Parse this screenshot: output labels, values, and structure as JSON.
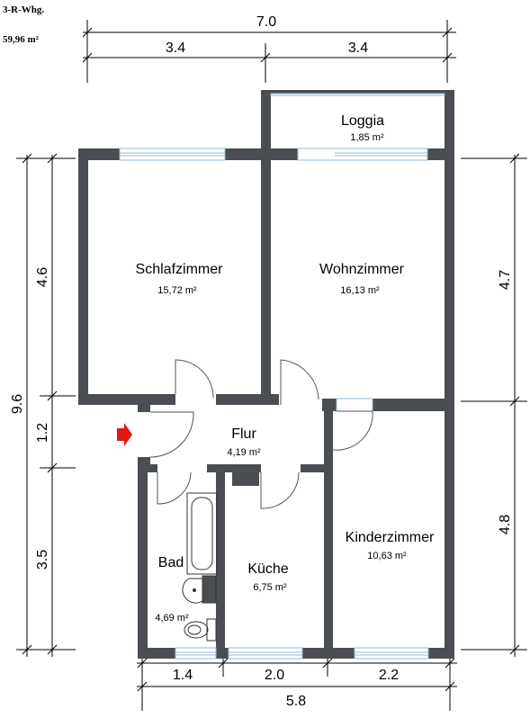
{
  "header": {
    "apartment_type": "3-R-Whg.",
    "total_area": "59,96 m²"
  },
  "rooms": {
    "loggia": {
      "name": "Loggia",
      "area": "1,85 m²"
    },
    "schlafzimmer": {
      "name": "Schlafzimmer",
      "area": "15,72 m²"
    },
    "wohnzimmer": {
      "name": "Wohnzimmer",
      "area": "16,13 m²"
    },
    "flur": {
      "name": "Flur",
      "area": "4,19 m²"
    },
    "bad": {
      "name": "Bad",
      "area": "4,69 m²"
    },
    "kueche": {
      "name": "Küche",
      "area": "6,75 m²"
    },
    "kinderzimmer": {
      "name": "Kinderzimmer",
      "area": "10,63 m²"
    }
  },
  "dimensions": {
    "top_total": "7.0",
    "top_left": "3.4",
    "top_right": "3.4",
    "left_total": "9.6",
    "left_upper": "4.6",
    "left_middle": "1.2",
    "left_lower": "3.5",
    "right_upper": "4.7",
    "right_lower": "4.8",
    "bottom_left": "1.4",
    "bottom_middle": "2.0",
    "bottom_right": "2.2",
    "bottom_total": "5.8"
  },
  "colors": {
    "wall": "#4a4e52",
    "window": "#a8c8e0",
    "entrance_arrow": "#e01818"
  },
  "icons": [
    "entrance-arrow-icon",
    "bathtub-icon",
    "sink-icon",
    "toilet-icon"
  ]
}
